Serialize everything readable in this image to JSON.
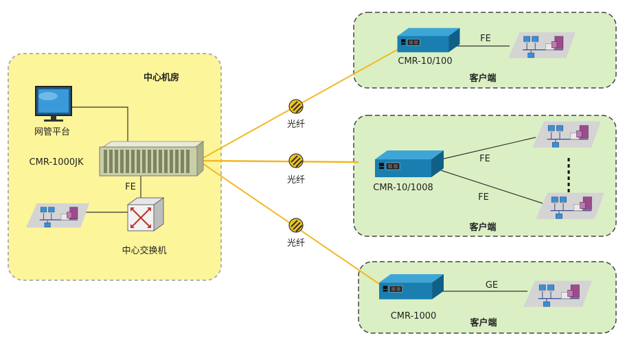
{
  "center": {
    "title": "中心机房",
    "mgmt_label": "网管平台",
    "chassis_label": "CMR-1000JK",
    "link_label": "FE",
    "switch_label": "中心交换机"
  },
  "fiber_label": "光纤",
  "clients": [
    {
      "device": "CMR-10/100",
      "link": "FE",
      "zone_label": "客户端"
    },
    {
      "device": "CMR-10/1008",
      "link_top": "FE",
      "link_bottom": "FE",
      "zone_label": "客户端"
    },
    {
      "device": "CMR-1000",
      "link": "GE",
      "zone_label": "客户端"
    }
  ],
  "colors": {
    "center_zone": "#fdf59a",
    "client_zone": "#dbefc4",
    "fiber": "#f2b824",
    "device": "#1a7fb0"
  }
}
